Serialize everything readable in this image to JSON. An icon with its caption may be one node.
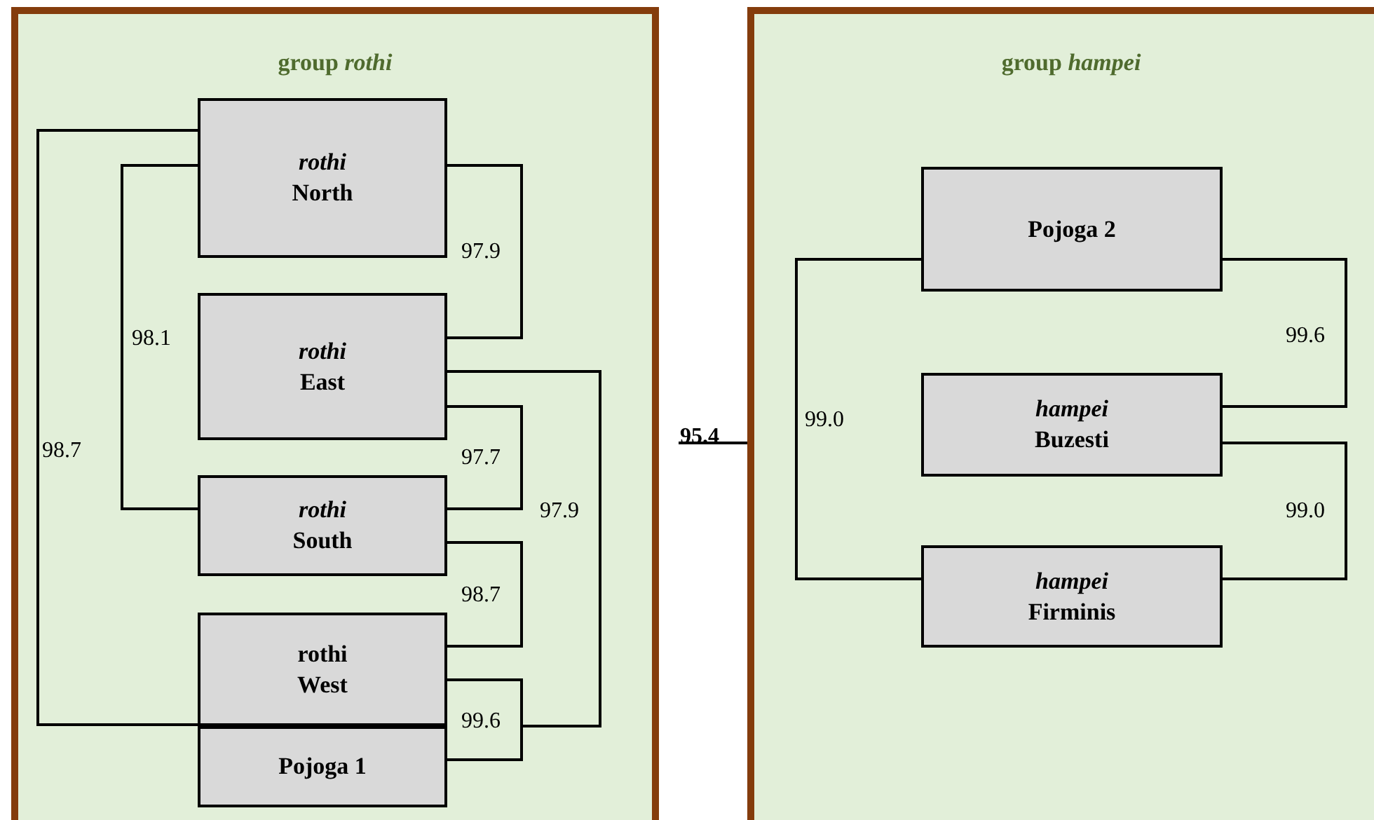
{
  "diagram": {
    "nodes": [
      {
        "text": [
          "group *rothi*"
        ]
      },
      {
        "text": [
          "*rothi*",
          "North"
        ],
        "in": 0
      },
      {
        "text": [
          "*rothi*",
          "East"
        ],
        "in": 0
      },
      {
        "text": [
          "*rothi*",
          "South"
        ],
        "in": 0
      },
      {
        "text": [
          "rothi",
          "West"
        ],
        "in": 0
      },
      {
        "text": [
          "Pojoga 1"
        ],
        "in": 0
      },
      {
        "text": [
          "group *hampei*"
        ]
      },
      {
        "text": [
          "Pojoga 2"
        ],
        "in": 6
      },
      {
        "text": [
          "*hampei*",
          "Buzesti"
        ],
        "in": 6
      },
      {
        "text": [
          "*hampei*",
          "Firminis"
        ],
        "in": 6
      }
    ],
    "edges": [
      {
        "from": 1,
        "to": 2,
        "arrow": "none",
        "label": "97.9"
      },
      {
        "from": 1,
        "to": 3,
        "arrow": "none",
        "label": "98.1"
      },
      {
        "from": 1,
        "to": 4,
        "arrow": "none",
        "label": "98.7"
      },
      {
        "from": 2,
        "to": 3,
        "arrow": "none",
        "label": "97.7"
      },
      {
        "from": 2,
        "to": 5,
        "arrow": "none",
        "label": "97.9"
      },
      {
        "from": 3,
        "to": 4,
        "arrow": "none",
        "label": "98.7"
      },
      {
        "from": 4,
        "to": 5,
        "arrow": "none",
        "label": "99.6"
      },
      {
        "from": 7,
        "to": 8,
        "arrow": "none",
        "label": "99.6"
      },
      {
        "from": 7,
        "to": 9,
        "arrow": "none",
        "label": "99.0"
      },
      {
        "from": 8,
        "to": 9,
        "arrow": "none",
        "label": "99.0"
      },
      {
        "from": null,
        "to": 6,
        "arrow": "none",
        "label": "95.4"
      }
    ]
  }
}
